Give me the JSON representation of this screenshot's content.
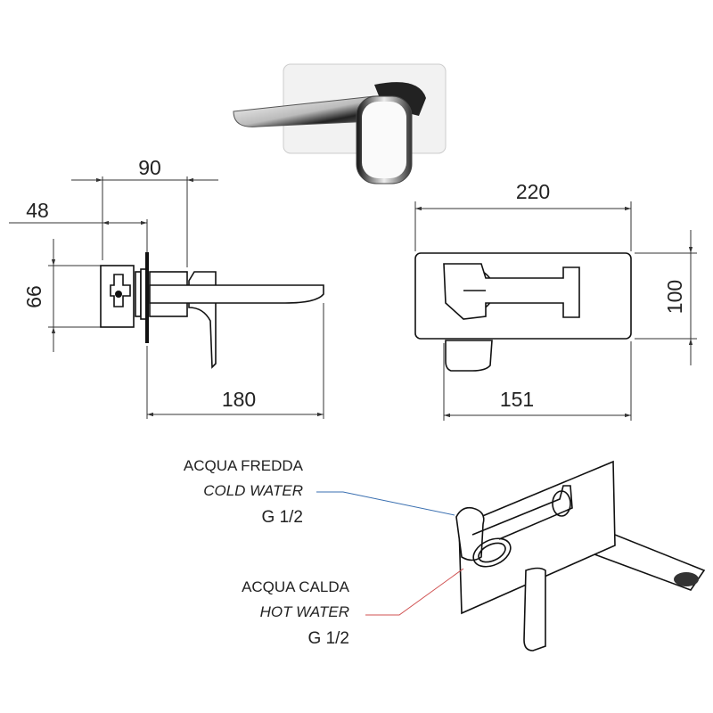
{
  "dimensions": {
    "side_depth_total": "90",
    "side_depth_body": "48",
    "side_height_body": "66",
    "side_spout_length": "180",
    "front_plate_width": "220",
    "front_plate_height": "100",
    "front_spout_offset": "151"
  },
  "connections": {
    "cold": {
      "label_it": "ACQUA FREDDA",
      "label_en": "COLD WATER",
      "thread": "G 1/2",
      "leader_color": "#3a6fb0"
    },
    "hot": {
      "label_it": "ACQUA CALDA",
      "label_en": "HOT WATER",
      "thread": "G 1/2",
      "leader_color": "#d05050"
    }
  }
}
